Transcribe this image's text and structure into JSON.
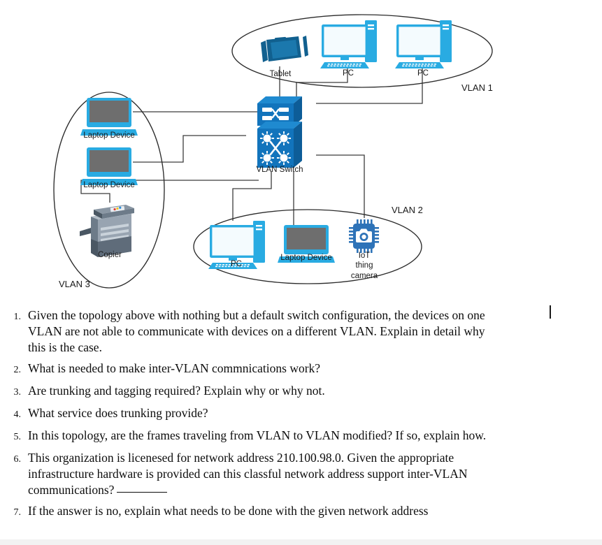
{
  "diagram": {
    "title": "VLAN topology",
    "switch": {
      "label": "VLAN Switch",
      "icon": "network-switch-icon",
      "color": "#1274BC"
    },
    "vlans": [
      {
        "id": "vlan1",
        "label": "VLAN 1",
        "devices": [
          {
            "label": "Tablet",
            "icon": "tablet-icon",
            "color": "#11608f"
          },
          {
            "label": "PC",
            "icon": "desktop-pc-icon",
            "color": "#29ABE2"
          },
          {
            "label": "PC",
            "icon": "desktop-pc-icon",
            "color": "#29ABE2"
          }
        ]
      },
      {
        "id": "vlan2",
        "label": "VLAN 2",
        "devices": [
          {
            "label": "PC",
            "icon": "desktop-pc-icon",
            "color": "#29ABE2"
          },
          {
            "label": "Laptop Device",
            "icon": "laptop-icon",
            "color": "#29ABE2"
          },
          {
            "label": "IoT",
            "label2": "thing",
            "label3": "camera",
            "icon": "iot-camera-chip-icon",
            "color": "#2E73B8"
          }
        ]
      },
      {
        "id": "vlan3",
        "label": "VLAN 3",
        "devices": [
          {
            "label": "Laptop Device",
            "icon": "laptop-icon",
            "color": "#29ABE2"
          },
          {
            "label": "Laptop Device",
            "icon": "laptop-icon",
            "color": "#29ABE2"
          },
          {
            "label": "Copier",
            "icon": "copier-printer-icon",
            "color": "#8A97A4"
          }
        ]
      }
    ]
  },
  "questions": [
    {
      "number": "1.",
      "text": "Given the topology above with nothing but a default switch configuration, the devices on one VLAN are not able to communicate with devices on a different VLAN. Explain in detail why this is the case."
    },
    {
      "number": "2.",
      "text": "What is needed to make inter-VLAN commnications work?"
    },
    {
      "number": "3.",
      "text": "Are trunking and tagging required?  Explain why or why not."
    },
    {
      "number": "4.",
      "text": "What service does trunking provide?"
    },
    {
      "number": "5.",
      "text": "In this topology, are the frames traveling from VLAN to VLAN modified? If so, explain how."
    },
    {
      "number": "6.",
      "text": "This organization is licenesed for network address  210.100.98.0. Given the appropriate infrastructure hardware is provided can this classful network address support inter-VLAN communications?",
      "has_blank": true
    },
    {
      "number": "7.",
      "text": "If the answer is no, explain what needs to be done with the given network address"
    }
  ]
}
